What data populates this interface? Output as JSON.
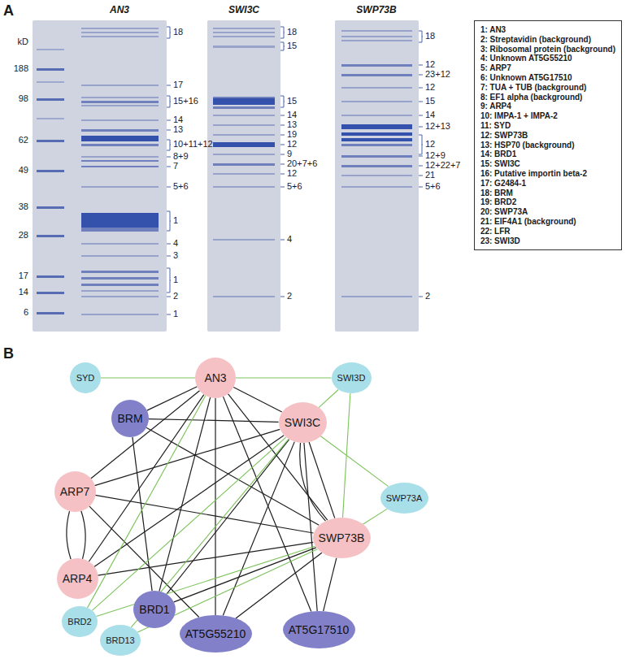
{
  "diagram": {
    "nodes": [
      {
        "text": [
          "1: AN3",
          "2: Streptavidin (background)",
          "3: Ribosomal protein (background)",
          "4: Unknown AT5G55210",
          "5: ARP7",
          "6: Unknown AT5G17510",
          "7: TUA + TUB (background)",
          "8: EF1 alpha (background)",
          "9: ARP4",
          "10: IMPA-1 + IMPA-2",
          "11: SYD",
          "12: SWP73B",
          "13: HSP70 (background)",
          "14: BRD1",
          "15: SWI3C",
          "16: Putative importin beta-2",
          "17: G2484-1",
          "18: BRM",
          "19: BRD2",
          "20: SWP73A",
          "21: EIF4A1 (background)",
          "22: LFR",
          "23: SWI3D"
        ]
      },
      {
        "text": [
          "SYD"
        ]
      },
      {
        "text": [
          "AN3"
        ]
      },
      {
        "text": [
          "SWI3D"
        ]
      },
      {
        "text": [
          "BRM"
        ]
      },
      {
        "text": [
          "SWI3C"
        ]
      },
      {
        "text": [
          "ARP7"
        ]
      },
      {
        "text": [
          "SWP73A"
        ]
      },
      {
        "text": [
          "SWP73B"
        ]
      },
      {
        "text": [
          "ARP4"
        ]
      },
      {
        "text": [
          "BRD2"
        ]
      },
      {
        "text": [
          "BRD1"
        ]
      },
      {
        "text": [
          "AT5G55210"
        ]
      },
      {
        "text": [
          "AT5G17510"
        ]
      },
      {
        "text": [
          "BRD13"
        ]
      }
    ],
    "edges": [
      {
        "from": 2,
        "to": 5,
        "arrow": "none"
      },
      {
        "from": 2,
        "to": 4,
        "arrow": "none"
      },
      {
        "from": 2,
        "to": 6,
        "arrow": "none"
      },
      {
        "from": 2,
        "to": 9,
        "arrow": "none"
      },
      {
        "from": 2,
        "to": 8,
        "arrow": "none"
      },
      {
        "from": 2,
        "to": 11,
        "arrow": "none"
      },
      {
        "from": 2,
        "to": 12,
        "arrow": "none"
      },
      {
        "from": 2,
        "to": 13,
        "arrow": "none"
      },
      {
        "from": 5,
        "to": 4,
        "arrow": "none"
      },
      {
        "from": 5,
        "to": 6,
        "arrow": "none"
      },
      {
        "from": 5,
        "to": 9,
        "arrow": "none"
      },
      {
        "from": 5,
        "to": 8,
        "arrow": "none"
      },
      {
        "from": 5,
        "to": 8,
        "arrow": "none"
      },
      {
        "from": 5,
        "to": 11,
        "arrow": "none"
      },
      {
        "from": 5,
        "to": 12,
        "arrow": "none"
      },
      {
        "from": 5,
        "to": 13,
        "arrow": "none"
      },
      {
        "from": 4,
        "to": 8,
        "arrow": "none"
      },
      {
        "from": 4,
        "to": 11,
        "arrow": "none"
      },
      {
        "from": 6,
        "to": 9,
        "arrow": "none"
      },
      {
        "from": 6,
        "to": 9,
        "arrow": "none"
      },
      {
        "from": 6,
        "to": 8,
        "arrow": "none"
      },
      {
        "from": 6,
        "to": 12,
        "arrow": "none"
      },
      {
        "from": 9,
        "to": 8,
        "arrow": "none"
      },
      {
        "from": 8,
        "to": 11,
        "arrow": "none"
      },
      {
        "from": 8,
        "to": 12,
        "arrow": "none"
      },
      {
        "from": 8,
        "to": 13,
        "arrow": "none"
      },
      {
        "from": 1,
        "to": 2,
        "arrow": "none"
      },
      {
        "from": 2,
        "to": 3,
        "arrow": "none"
      },
      {
        "from": 3,
        "to": 5,
        "arrow": "none"
      },
      {
        "from": 3,
        "to": 8,
        "arrow": "none"
      },
      {
        "from": 5,
        "to": 7,
        "arrow": "none"
      },
      {
        "from": 8,
        "to": 7,
        "arrow": "none"
      },
      {
        "from": 2,
        "to": 10,
        "arrow": "none"
      },
      {
        "from": 5,
        "to": 10,
        "arrow": "none"
      },
      {
        "from": 5,
        "to": 14,
        "arrow": "none"
      },
      {
        "from": 8,
        "to": 10,
        "arrow": "none"
      },
      {
        "from": 8,
        "to": 14,
        "arrow": "none"
      }
    ],
    "labels": [
      "A",
      "AN3",
      "SWI3C",
      "SWP73B",
      "kD",
      "188",
      "98",
      "62",
      "49",
      "38",
      "28",
      "17",
      "14",
      "6",
      "18",
      "17",
      "15+16",
      "14",
      "13",
      "10+11+12",
      "8+9",
      "7",
      "5+6",
      "1",
      "4",
      "3",
      "1",
      "2",
      "1",
      "18",
      "15",
      "15",
      "14",
      "13",
      "19",
      "12",
      "9",
      "20+7+6",
      "12",
      "5+6",
      "4",
      "2",
      "18",
      "12",
      "23+12",
      "12",
      "15",
      "14",
      "12+13",
      "12",
      "12+9",
      "12+22+7",
      "21",
      "5+6",
      "2",
      "B"
    ]
  }
}
